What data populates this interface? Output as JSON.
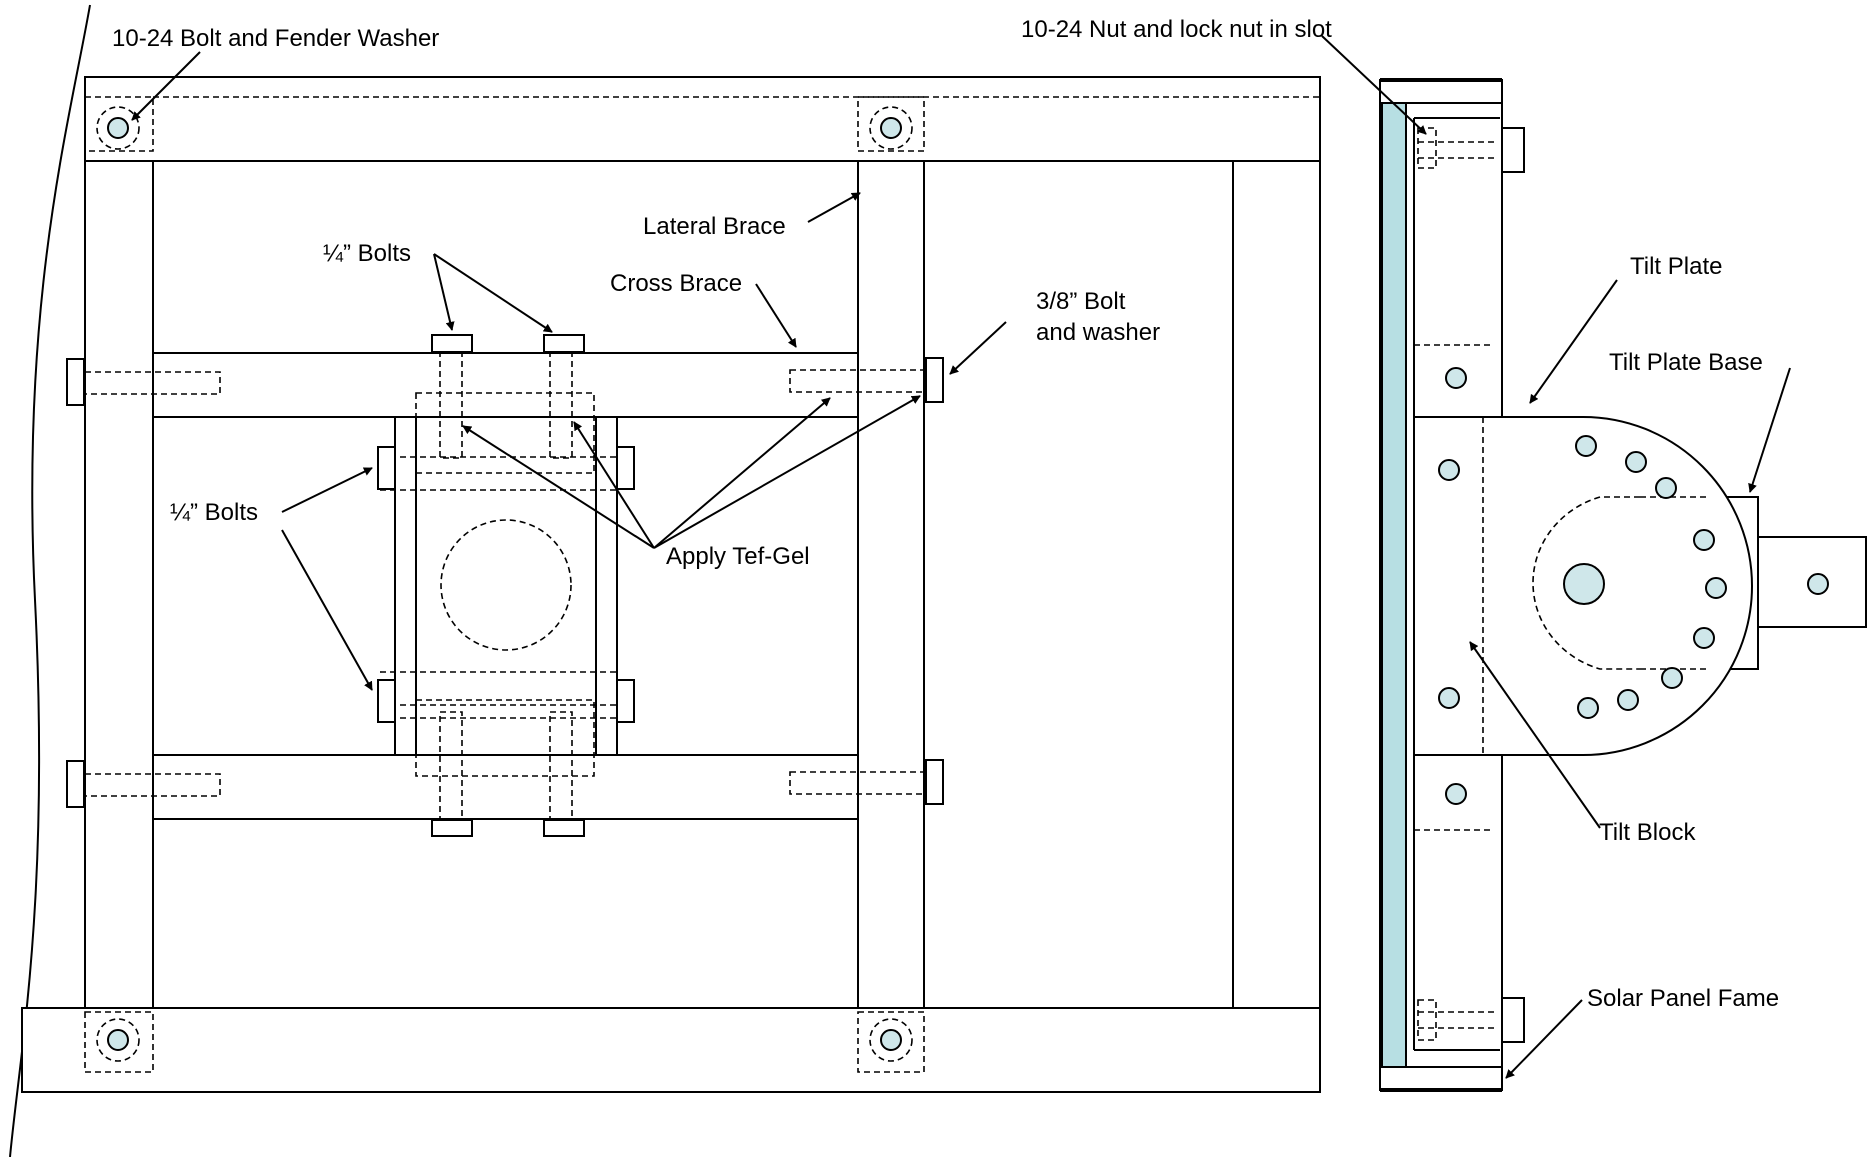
{
  "labels": {
    "bolt_fender_washer": "10-24 Bolt and Fender Washer",
    "nut_lock_nut": "10-24 Nut and lock nut in slot",
    "lateral_brace": "Lateral Brace",
    "quarter_bolts_top": "¼” Bolts",
    "cross_brace": "Cross Brace",
    "three_eighths_bolt_line1": "3/8” Bolt",
    "three_eighths_bolt_line2": "and washer",
    "quarter_bolts_left": "¼” Bolts",
    "apply_tef_gel": "Apply Tef-Gel",
    "tilt_plate": "Tilt Plate",
    "tilt_plate_base": "Tilt Plate Base",
    "tilt_block": "Tilt Block",
    "solar_panel_frame": "Solar Panel Fame"
  },
  "colors": {
    "line": "#000000",
    "hole_fill": "#cfe7ea",
    "panel_glass": "#b7dfe3",
    "background": "#ffffff"
  }
}
